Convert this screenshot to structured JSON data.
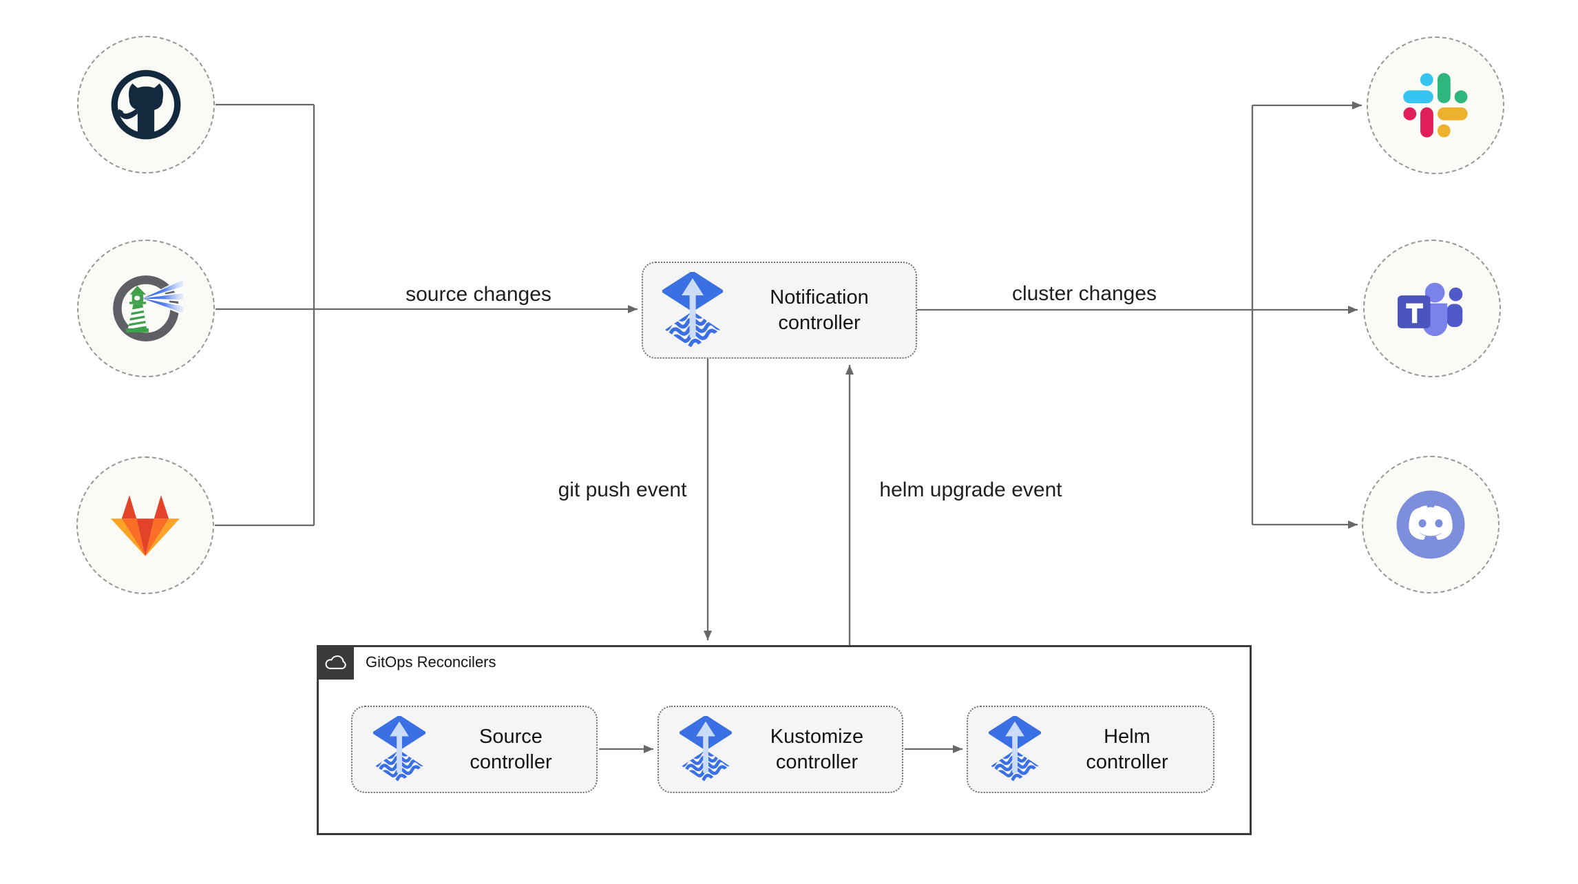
{
  "diagram": {
    "edge_labels": {
      "source_changes": "source changes",
      "cluster_changes": "cluster changes",
      "git_push_event": "git push event",
      "helm_upgrade_event": "helm upgrade event"
    },
    "nodes": {
      "notification": {
        "label": "Notification controller",
        "icon": "flux-icon"
      },
      "sources": [
        {
          "icon": "github-icon"
        },
        {
          "icon": "harbor-icon"
        },
        {
          "icon": "gitlab-icon"
        }
      ],
      "notifiers": [
        {
          "icon": "slack-icon"
        },
        {
          "icon": "teams-icon"
        },
        {
          "icon": "discord-icon"
        }
      ]
    },
    "container": {
      "label": "GitOps Reconcilers",
      "icon": "cloud-icon",
      "reconcilers": [
        {
          "label": "Source controller",
          "icon": "flux-icon"
        },
        {
          "label": "Kustomize controller",
          "icon": "flux-icon"
        },
        {
          "label": "Helm controller",
          "icon": "flux-icon"
        }
      ]
    },
    "colors": {
      "line": "#686868",
      "text": "#1a1a1a",
      "node_fill": "#F5F5F5",
      "circle_fill": "#FAFAF7",
      "container_border": "#3a3a3a",
      "flux_blue": "#3B70E4",
      "flux_light_arrow": "#CBDCF9",
      "slack_blue": "#36C5F0",
      "slack_green": "#2EB67D",
      "slack_yellow": "#ECB22E",
      "slack_red": "#E01E5A",
      "teams_purple": "#5059C9",
      "teams_light": "#7B83EB",
      "teams_badge": "#4B53BC",
      "discord_blurple": "#7C8EDC",
      "github_dark": "#13293D",
      "harbor_ring_gray": "#5E6066",
      "harbor_green": "#3EA04A",
      "harbor_beam_blue": "#2857E0",
      "gitlab_red": "#E24329",
      "gitlab_orange": "#FC6D26",
      "gitlab_yellow": "#FCA326"
    }
  }
}
